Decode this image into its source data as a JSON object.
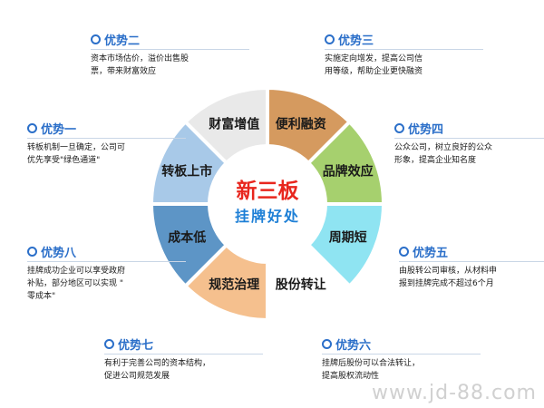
{
  "center": {
    "title": "新三板",
    "subtitle": "挂牌好处"
  },
  "segments": [
    {
      "label": "财富增值",
      "color": "#e9e9e9"
    },
    {
      "label": "便利融资",
      "color": "#d59a5f"
    },
    {
      "label": "品牌效应",
      "color": "#a6d06e"
    },
    {
      "label": "周期短",
      "color": "#8fe4f2"
    },
    {
      "label": "股份转让",
      "color": "#ffffff"
    },
    {
      "label": "规范治理",
      "color": "#f5c08e"
    },
    {
      "label": "成本低",
      "color": "#5d95c6"
    },
    {
      "label": "转板上市",
      "color": "#a8c9e8"
    }
  ],
  "advantages": [
    {
      "title": "优势二",
      "lines": [
        "资本市场估价，溢价出售股",
        "票，带来财富效应"
      ]
    },
    {
      "title": "优势三",
      "lines": [
        "实施定向增发，提高公司信",
        "用等级，帮助企业更快融资"
      ]
    },
    {
      "title": "优势一",
      "lines": [
        "转板机制一旦确定，公司可",
        "优先享受\"绿色通道\""
      ]
    },
    {
      "title": "优势四",
      "lines": [
        "公众公司，树立良好的公众",
        "形象，提高企业知名度"
      ]
    },
    {
      "title": "优势八",
      "lines": [
        "挂牌成功企业可以享受政府",
        "补贴，部分地区可以实现 \"",
        "零成本\""
      ]
    },
    {
      "title": "优势五",
      "lines": [
        "由股转公司审核，从材料申",
        "报到挂牌完成不超过6个月"
      ]
    },
    {
      "title": "优势七",
      "lines": [
        "有利于完善公司的资本结构，",
        "促进公司规范发展"
      ]
    },
    {
      "title": "优势六",
      "lines": [
        "挂牌后股份可以合法转让，",
        "提高股权流动性"
      ]
    }
  ],
  "watermark": "www.jd-88.com"
}
